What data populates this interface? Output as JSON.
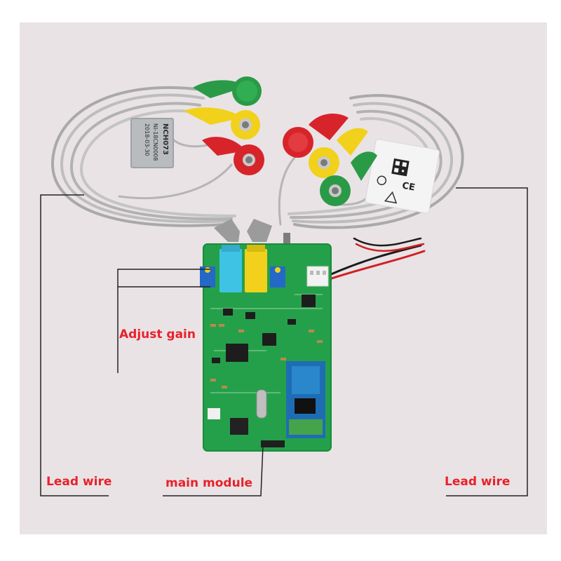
{
  "photo": {
    "background_color": "#e9e3e5",
    "board_color": "#25a04a",
    "cable_color": "#b9b9b9",
    "connector_colors": {
      "green": "#2a9a47",
      "yellow": "#f1d11b",
      "red": "#d7242a",
      "cyan": "#3fc3e4",
      "blue_trimmer": "#2468c8"
    }
  },
  "labels": {
    "adjust_gain": "Adjust gain",
    "lead_wire_left": "Lead wire",
    "main_module": "main module",
    "lead_wire_right": "Lead wire"
  },
  "tag_left_lines": [
    "NCH073",
    "NI-18CN0008",
    "2018-03-30"
  ],
  "colors": {
    "label_red": "#e8212b",
    "leader_line": "#222222"
  }
}
